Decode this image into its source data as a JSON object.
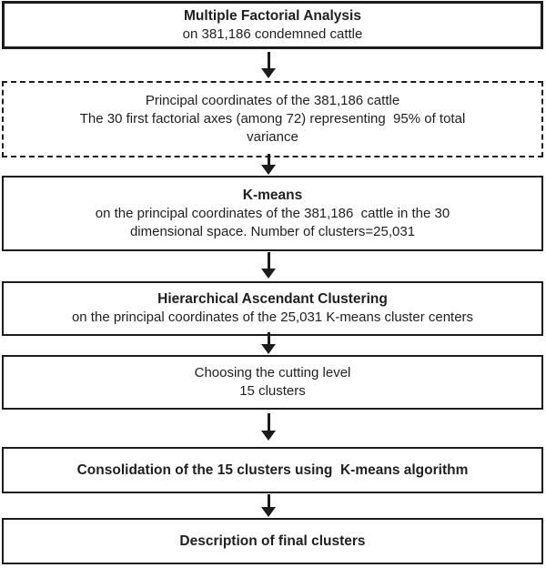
{
  "colors": {
    "border": "#1c1c1c",
    "text": "#1f1f1f",
    "background": "#ffffff",
    "arrow": "#1c1c1c"
  },
  "diagram": {
    "type": "flowchart",
    "direction": "top-down",
    "boxes": [
      {
        "id": "multiple-factorial-analysis",
        "border_style": "solid",
        "title": "Multiple Factorial Analysis",
        "lines": [
          "on 381,186 condemned cattle"
        ]
      },
      {
        "id": "principal-coordinates",
        "border_style": "dashed",
        "title": "",
        "lines": [
          "Principal coordinates of the 381,186 cattle",
          "The 30 first factorial axes (among 72) representing  95% of total",
          "variance"
        ]
      },
      {
        "id": "k-means",
        "border_style": "solid",
        "title": "K-means",
        "lines": [
          "on the principal coordinates of the 381,186  cattle in the 30",
          "dimensional space. Number of clusters=25,031"
        ]
      },
      {
        "id": "hierarchical-ascendant-clustering",
        "border_style": "solid",
        "title": "Hierarchical Ascendant Clustering",
        "lines": [
          "on the principal coordinates of the 25,031 K-means cluster centers"
        ]
      },
      {
        "id": "choosing-cutting-level",
        "border_style": "solid",
        "title": "",
        "lines": [
          "Choosing the cutting level",
          "15 clusters"
        ]
      },
      {
        "id": "consolidation",
        "border_style": "solid",
        "title": "Consolidation of the 15 clusters using  K-means algorithm",
        "lines": []
      },
      {
        "id": "description-final-clusters",
        "border_style": "solid",
        "title": "Description of final clusters",
        "lines": []
      }
    ],
    "connectors": [
      {
        "from": "multiple-factorial-analysis",
        "to": "principal-coordinates",
        "type": "arrow-down"
      },
      {
        "from": "principal-coordinates",
        "to": "k-means",
        "type": "arrow-down"
      },
      {
        "from": "k-means",
        "to": "hierarchical-ascendant-clustering",
        "type": "arrow-down"
      },
      {
        "from": "hierarchical-ascendant-clustering",
        "to": "choosing-cutting-level",
        "type": "arrow-down"
      },
      {
        "from": "choosing-cutting-level",
        "to": "consolidation",
        "type": "arrow-down"
      },
      {
        "from": "consolidation",
        "to": "description-final-clusters",
        "type": "arrow-down"
      }
    ]
  }
}
